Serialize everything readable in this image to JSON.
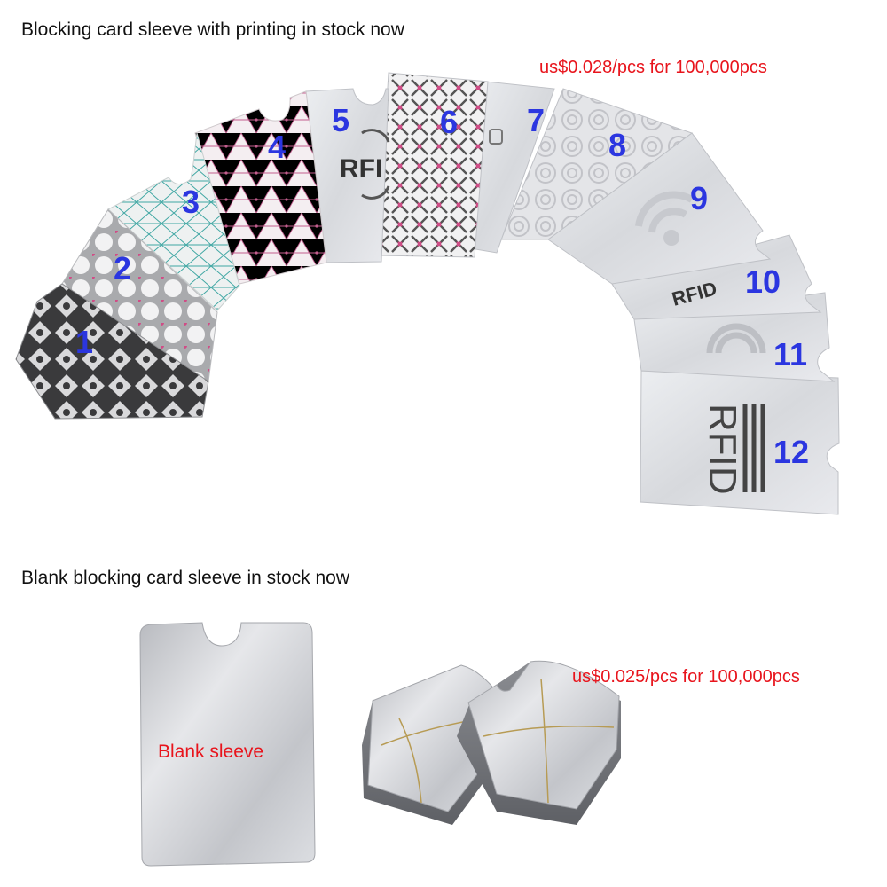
{
  "printed_section": {
    "heading": "Blocking card sleeve with printing in stock now",
    "price": "us$0.028/pcs for 100,000pcs",
    "sleeve_numbers": [
      "1",
      "2",
      "3",
      "4",
      "5",
      "6",
      "7",
      "8",
      "9",
      "10",
      "11",
      "12"
    ],
    "printed_text": {
      "sleeve_5_logo": "RFI",
      "sleeve_10_logo": "RFID",
      "sleeve_12_logo": "RFID"
    }
  },
  "blank_section": {
    "heading": "Blank blocking card sleeve in stock now",
    "price": "us$0.025/pcs for 100,000pcs",
    "blank_label": "Blank sleeve"
  },
  "colors": {
    "price_red": "#e8141c",
    "number_blue": "#2b36e0",
    "heading_black": "#111111",
    "foil_silver": "#d7d8dc"
  }
}
